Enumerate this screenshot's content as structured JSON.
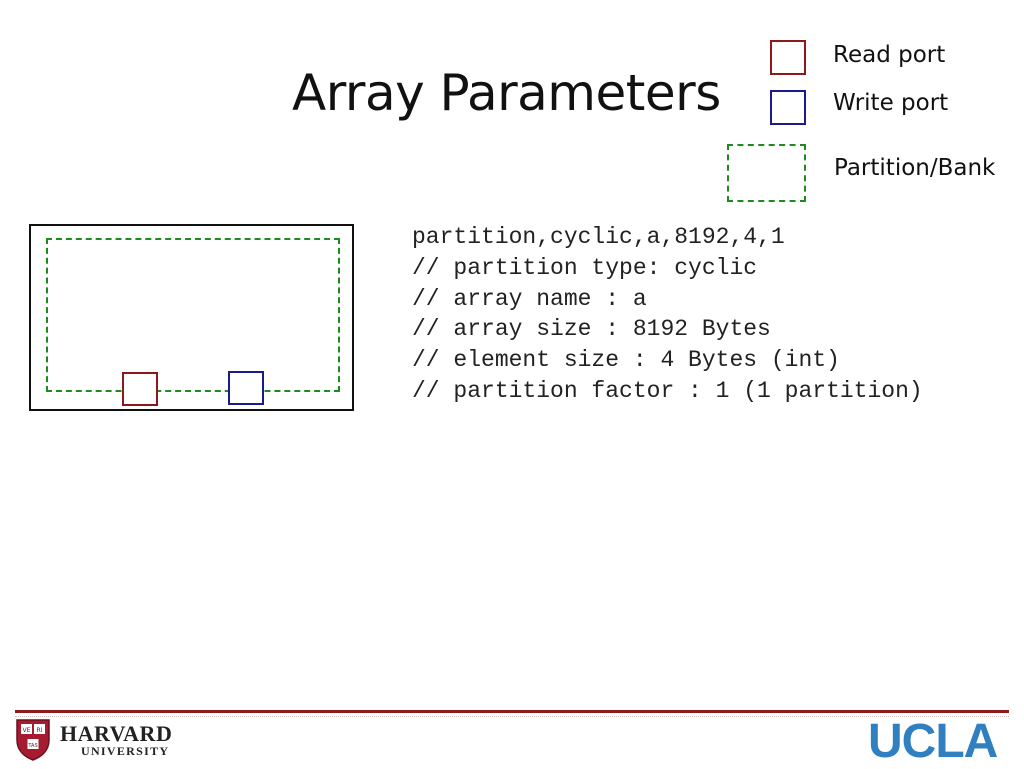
{
  "slide": {
    "title": "Array Parameters"
  },
  "legend": {
    "read_port": "Read port",
    "write_port": "Write port",
    "partition": "Partition/Bank"
  },
  "colors": {
    "read_port": "#8b1a1a",
    "write_port": "#1a1a8b",
    "partition": "#1f8a1f",
    "footer_rule": "#8b1a1a",
    "ucla_blue": "#2f7fc1"
  },
  "code": {
    "lines": [
      "partition,cyclic,a,8192,4,1",
      "// partition type: cyclic",
      "// array name : a",
      "// array size : 8192 Bytes",
      "// element size : 4 Bytes (int)",
      "// partition factor : 1 (1 partition)"
    ]
  },
  "footer": {
    "harvard_shield": {
      "top_left": "VE",
      "top_right": "RI",
      "bottom": "TAS"
    },
    "harvard_name": "HARVARD",
    "harvard_sub": "UNIVERSITY",
    "ucla": "UCLA"
  }
}
